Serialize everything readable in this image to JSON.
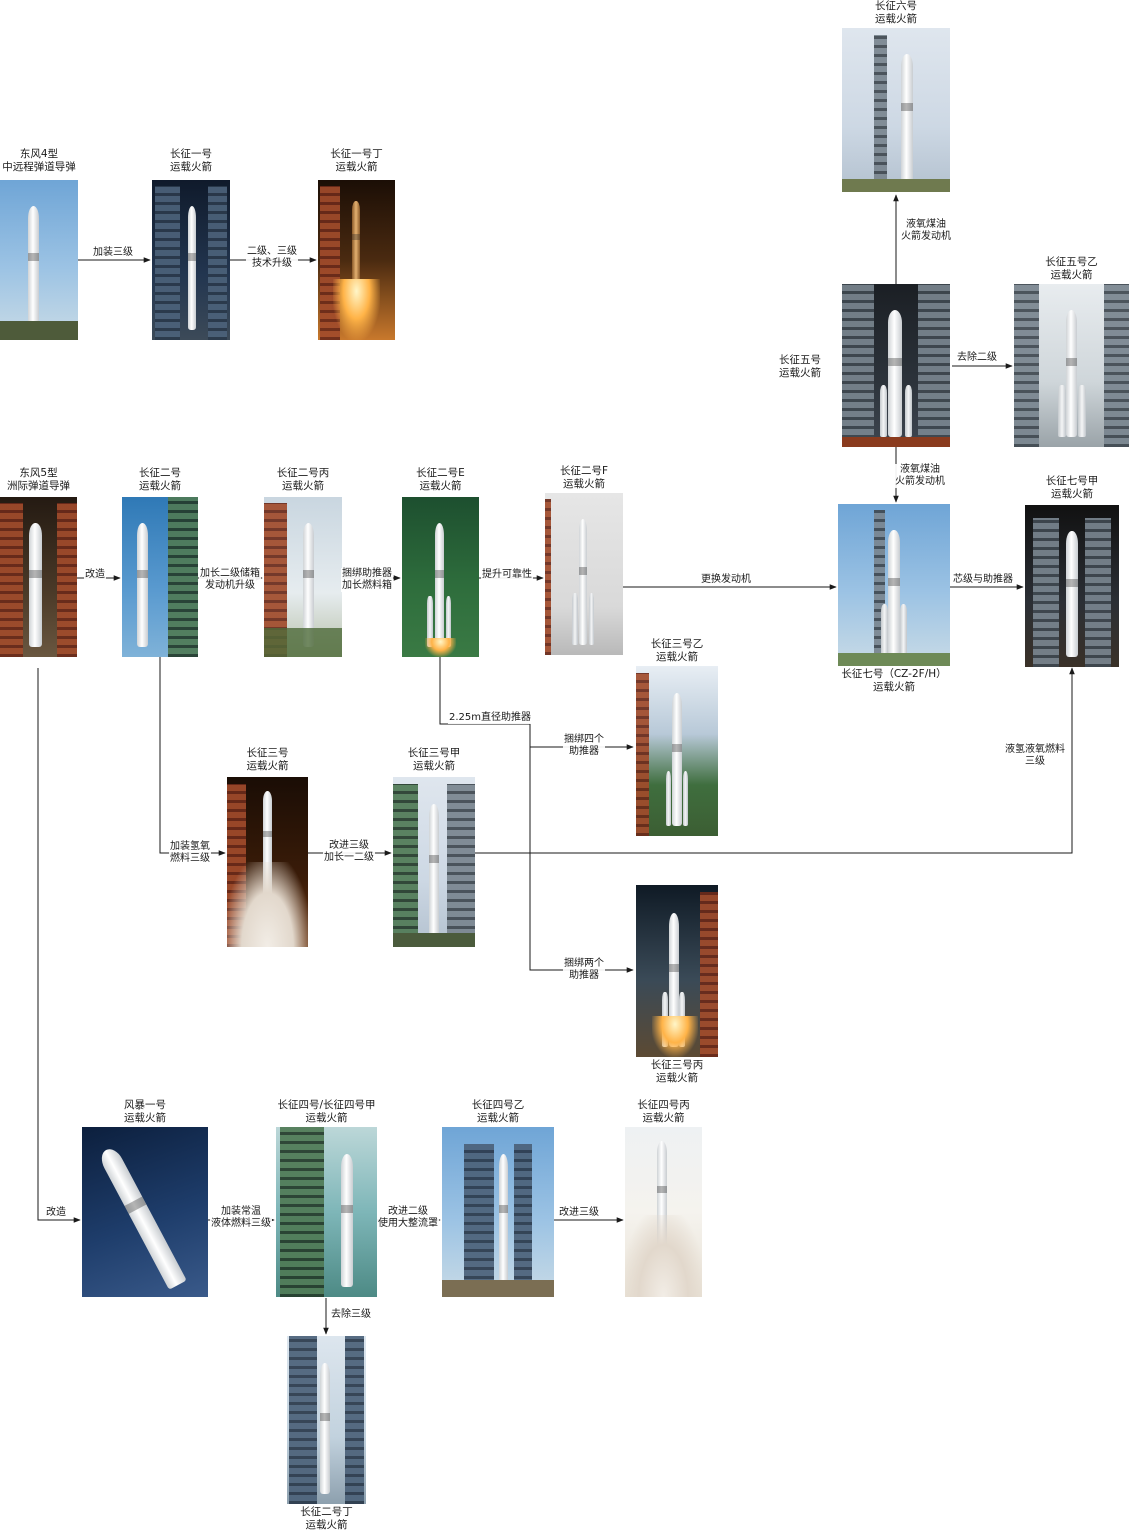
{
  "nodes": {
    "df4": {
      "lines": [
        "东风4型",
        "中远程弹道导弹"
      ]
    },
    "cz1": {
      "lines": [
        "长征一号",
        "运载火箭"
      ]
    },
    "cz1d": {
      "lines": [
        "长征一号丁",
        "运载火箭"
      ]
    },
    "cz6": {
      "lines": [
        "长征六号",
        "运载火箭"
      ]
    },
    "cz5": {
      "lines": [
        "长征五号",
        "运载火箭"
      ]
    },
    "cz5b": {
      "lines": [
        "长征五号乙",
        "运载火箭"
      ]
    },
    "df5": {
      "lines": [
        "东风5型",
        "洲际弹道导弹"
      ]
    },
    "cz2": {
      "lines": [
        "长征二号",
        "运载火箭"
      ]
    },
    "cz2c": {
      "lines": [
        "长征二号丙",
        "运载火箭"
      ]
    },
    "cz2e": {
      "lines": [
        "长征二号E",
        "运载火箭"
      ]
    },
    "cz2f": {
      "lines": [
        "长征二号F",
        "运载火箭"
      ]
    },
    "cz7": {
      "lines": [
        "长征七号（CZ-2F/H）",
        "运载火箭"
      ]
    },
    "cz7a": {
      "lines": [
        "长征七号甲",
        "运载火箭"
      ]
    },
    "cz3b": {
      "lines": [
        "长征三号乙",
        "运载火箭"
      ]
    },
    "cz3": {
      "lines": [
        "长征三号",
        "运载火箭"
      ]
    },
    "cz3a": {
      "lines": [
        "长征三号甲",
        "运载火箭"
      ]
    },
    "cz3c": {
      "lines": [
        "长征三号丙",
        "运载火箭"
      ]
    },
    "fb1": {
      "lines": [
        "风暴一号",
        "运载火箭"
      ]
    },
    "cz4": {
      "lines": [
        "长征四号/长征四号甲",
        "运载火箭"
      ]
    },
    "cz4b": {
      "lines": [
        "长征四号乙",
        "运载火箭"
      ]
    },
    "cz4c": {
      "lines": [
        "长征四号丙",
        "运载火箭"
      ]
    },
    "cz2d": {
      "lines": [
        "长征二号丁",
        "运载火箭"
      ]
    }
  },
  "edges": {
    "e_df4_cz1": {
      "lines": [
        "加装三级"
      ]
    },
    "e_cz1_cz1d": {
      "lines": [
        "二级、三级",
        "技术升级"
      ]
    },
    "e_cz5_cz6": {
      "lines": [
        "液氧煤油",
        "火箭发动机"
      ]
    },
    "e_cz5_cz5b": {
      "lines": [
        "去除二级"
      ]
    },
    "e_cz5_cz7": {
      "lines": [
        "液氧煤油",
        "火箭发动机"
      ]
    },
    "e_df5_cz2": {
      "lines": [
        "改造"
      ]
    },
    "e_cz2_cz2c": {
      "lines": [
        "加长二级储箱",
        "发动机升级"
      ]
    },
    "e_cz2c_cz2e": {
      "lines": [
        "捆绑助推器",
        "加长燃料箱"
      ]
    },
    "e_cz2e_cz2f": {
      "lines": [
        "提升可靠性"
      ]
    },
    "e_cz2f_cz7": {
      "lines": [
        "更换发动机"
      ]
    },
    "e_cz7_cz7a": {
      "lines": [
        "芯级与助推器"
      ]
    },
    "e_booster": {
      "lines": [
        "2.25m直径助推器"
      ]
    },
    "e_cz3b": {
      "lines": [
        "捆绑四个",
        "助推器"
      ]
    },
    "e_cz3a_cz7a": {
      "lines": [
        "液氢液氧燃料",
        "三级"
      ]
    },
    "e_cz2_cz3": {
      "lines": [
        "加装氢氧",
        "燃料三级"
      ]
    },
    "e_cz3_cz3a": {
      "lines": [
        "改进三级",
        "加长一二级"
      ]
    },
    "e_cz3c": {
      "lines": [
        "捆绑两个",
        "助推器"
      ]
    },
    "e_df5_fb1": {
      "lines": [
        "改造"
      ]
    },
    "e_fb1_cz4": {
      "lines": [
        "加装常温",
        "液体燃料三级"
      ]
    },
    "e_cz4_cz4b": {
      "lines": [
        "改进二级",
        "使用大整流罩"
      ]
    },
    "e_cz4b_cz4c": {
      "lines": [
        "改进三级"
      ]
    },
    "e_cz4_cz2d": {
      "lines": [
        "去除三级"
      ]
    }
  },
  "colors": {
    "line": "#1a1a1a",
    "text": "#1a1a1a"
  }
}
